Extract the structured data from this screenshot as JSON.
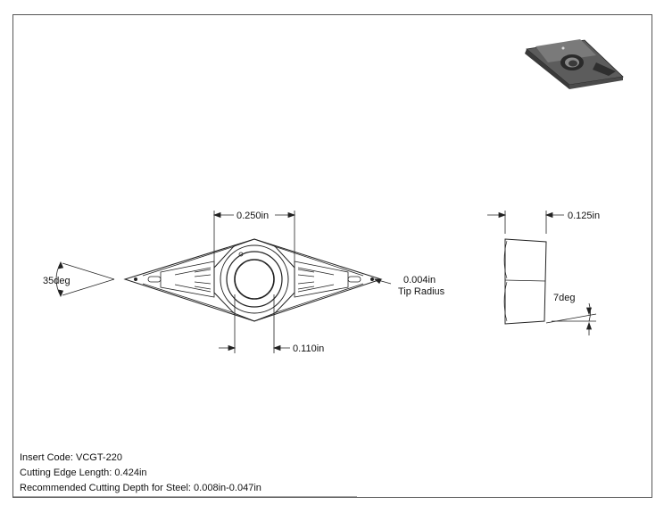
{
  "dimensions": {
    "width_across": "0.250in",
    "hole_diameter": "0.110in",
    "thickness": "0.125in",
    "tip_radius_value": "0.004in",
    "tip_radius_label": "Tip Radius",
    "included_angle": "35deg",
    "clearance_angle": "7deg"
  },
  "info": {
    "insert_code": "Insert Code: VCGT-220",
    "cutting_edge_length": "Cutting Edge Length: 0.424in",
    "cutting_depth": "Recommended Cutting Depth for Steel: 0.008in-0.047in"
  },
  "colors": {
    "line": "#222222",
    "part_fill": "#ffffff",
    "iso_body": "#6b6b6b",
    "iso_dark": "#2a2a2a"
  }
}
